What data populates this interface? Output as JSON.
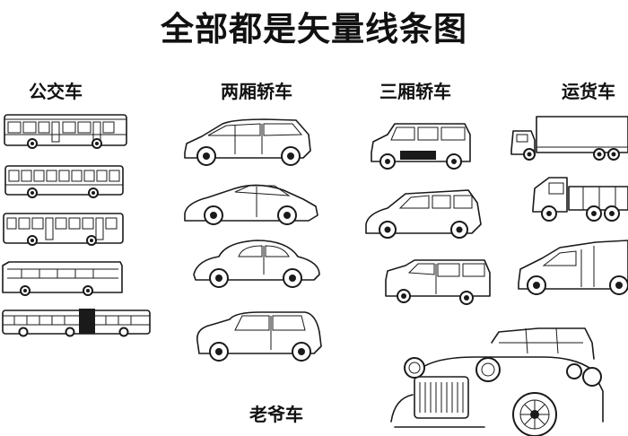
{
  "title": "全部都是矢量线条图",
  "categories": {
    "bus": "公交车",
    "two_box": "两厢轿车",
    "three_box": "三厢轿车",
    "truck": "运货车",
    "vintage": "老爷车"
  },
  "colors": {
    "ink": "#1a1a1a",
    "background": "#ffffff"
  }
}
